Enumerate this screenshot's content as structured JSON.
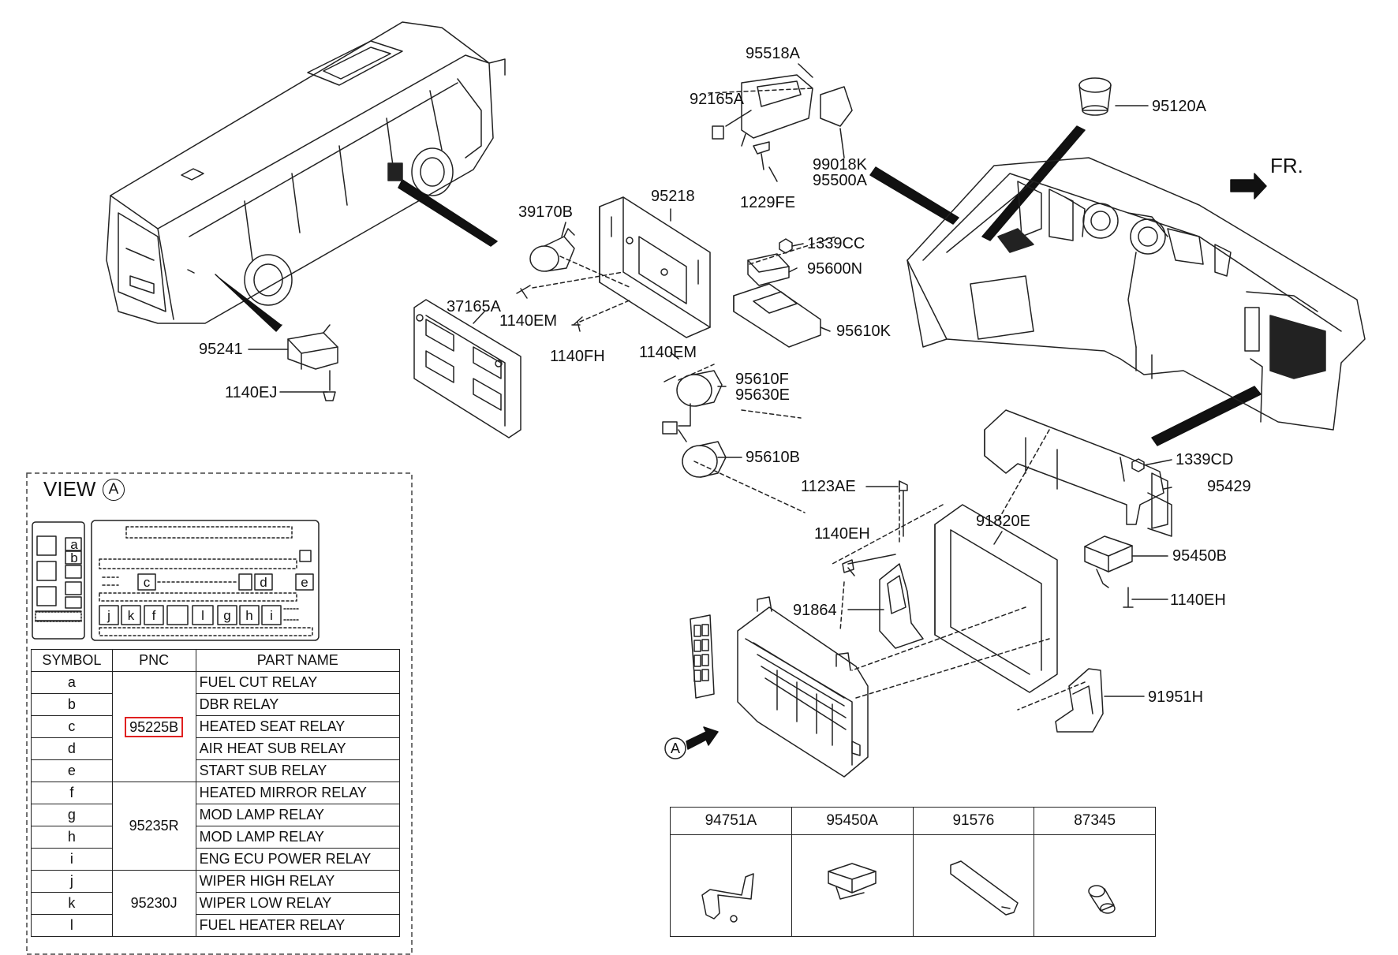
{
  "callouts": {
    "c95518A": "95518A",
    "c92165A": "92165A",
    "c99018K": "99018K",
    "c95500A": "95500A",
    "c1229FE": "1229FE",
    "c95120A": "95120A",
    "cFR": "FR.",
    "c39170B": "39170B",
    "c95218": "95218",
    "c1339CC": "1339CC",
    "c95600N": "95600N",
    "c37165A": "37165A",
    "c1140EM_a": "1140EM",
    "c95610K": "95610K",
    "c95241": "95241",
    "c1140FH": "1140FH",
    "c1140EM_b": "1140EM",
    "c95610F": "95610F",
    "c95630E": "95630E",
    "c1140EJ": "1140EJ",
    "c95610B": "95610B",
    "c1339CD": "1339CD",
    "c1123AE": "1123AE",
    "c95429": "95429",
    "c91820E": "91820E",
    "c1140EH_a": "1140EH",
    "c95450B": "95450B",
    "c1140EH_b": "1140EH",
    "c91864": "91864",
    "c91951H": "91951H",
    "cA": "A"
  },
  "view": {
    "title": "VIEW",
    "marker": "A",
    "slots": [
      "a",
      "b",
      "c",
      "d",
      "e",
      "j",
      "k",
      "f",
      "l",
      "g",
      "h",
      "i"
    ]
  },
  "relay_table": {
    "headers": [
      "SYMBOL",
      "PNC",
      "PART NAME"
    ],
    "rows": [
      {
        "symbol": "a",
        "name": "FUEL CUT RELAY"
      },
      {
        "symbol": "b",
        "name": "DBR RELAY"
      },
      {
        "symbol": "c",
        "name": "HEATED SEAT RELAY"
      },
      {
        "symbol": "d",
        "name": "AIR HEAT SUB RELAY"
      },
      {
        "symbol": "e",
        "name": "START SUB RELAY"
      },
      {
        "symbol": "f",
        "name": "HEATED MIRROR RELAY"
      },
      {
        "symbol": "g",
        "name": "MOD LAMP RELAY"
      },
      {
        "symbol": "h",
        "name": "MOD LAMP RELAY"
      },
      {
        "symbol": "i",
        "name": "ENG ECU POWER RELAY"
      },
      {
        "symbol": "j",
        "name": "WIPER HIGH RELAY"
      },
      {
        "symbol": "k",
        "name": "WIPER LOW RELAY"
      },
      {
        "symbol": "l",
        "name": "FUEL HEATER RELAY"
      }
    ],
    "pnc_groups": [
      "95225B",
      "95235R",
      "95230J"
    ],
    "highlight_color": "#e02020"
  },
  "kit_table": {
    "headers": [
      "94751A",
      "95450A",
      "91576",
      "87345"
    ]
  }
}
